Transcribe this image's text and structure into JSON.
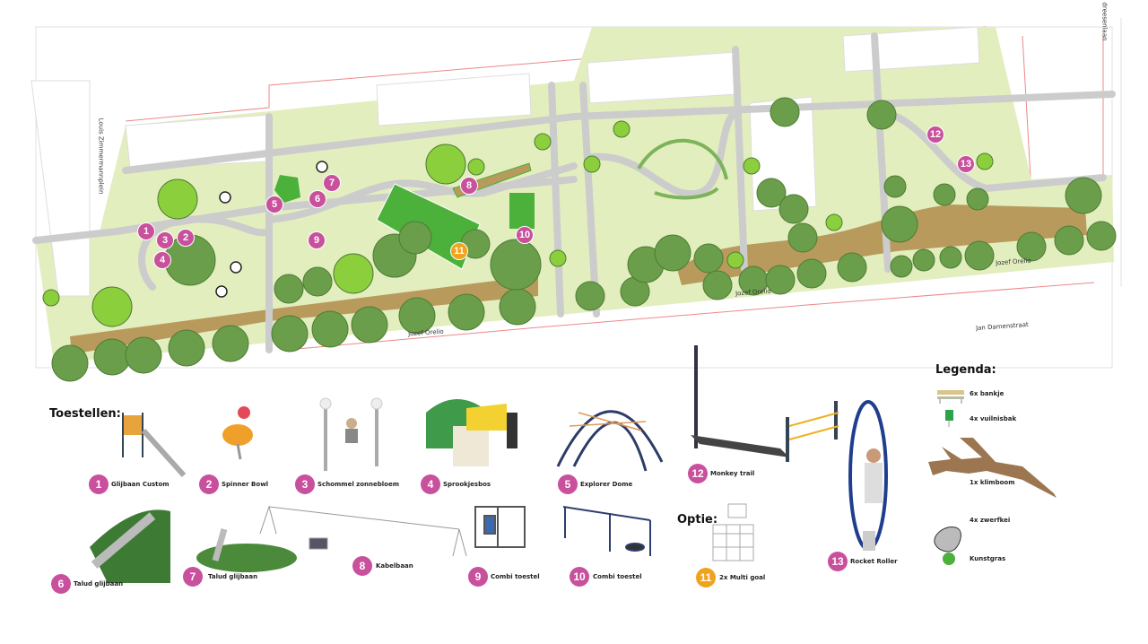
{
  "map": {
    "streets": [
      "Louis Zimmermannplein",
      "Jozef Orelio",
      "Jozef Orelio",
      "Jozef Orelio",
      "Jan Damenstraat",
      "dreesenlaan"
    ],
    "markers": [
      {
        "n": "1",
        "color": "#c8509c"
      },
      {
        "n": "2",
        "color": "#c8509c"
      },
      {
        "n": "3",
        "color": "#c8509c"
      },
      {
        "n": "4",
        "color": "#c8509c"
      },
      {
        "n": "5",
        "color": "#c8509c"
      },
      {
        "n": "6",
        "color": "#c8509c"
      },
      {
        "n": "7",
        "color": "#c8509c"
      },
      {
        "n": "8",
        "color": "#c8509c"
      },
      {
        "n": "9",
        "color": "#c8509c"
      },
      {
        "n": "10",
        "color": "#c8509c"
      },
      {
        "n": "11",
        "color": "#f0a31c"
      },
      {
        "n": "12",
        "color": "#c8509c"
      },
      {
        "n": "13",
        "color": "#c8509c"
      }
    ],
    "colors": {
      "lawn": "#e3eebf",
      "path": "#cfcfcf",
      "sand": "#b89a5d",
      "grass": "#4bb13a",
      "tree": "#6a9e4a",
      "lighttree": "#8ccf3c"
    }
  },
  "equipment_title": "Toestellen:",
  "option_title": "Optie:",
  "equipment": [
    {
      "n": "1",
      "label": "Glijbaan Custom"
    },
    {
      "n": "2",
      "label": "Spinner Bowl"
    },
    {
      "n": "3",
      "label": "Schommel zonnebloem"
    },
    {
      "n": "4",
      "label": "Sprookjesbos"
    },
    {
      "n": "5",
      "label": "Explorer Dome"
    },
    {
      "n": "6",
      "label": "Talud glijbaan"
    },
    {
      "n": "7",
      "label": "Talud glijbaan"
    },
    {
      "n": "8",
      "label": "Kabelbaan"
    },
    {
      "n": "9",
      "label": "Combi toestel"
    },
    {
      "n": "10",
      "label": "Combi toestel"
    },
    {
      "n": "11",
      "label": "2x Multi goal"
    },
    {
      "n": "12",
      "label": "Monkey trail"
    },
    {
      "n": "13",
      "label": "Rocket Roller"
    }
  ],
  "legend": {
    "title": "Legenda:",
    "items": [
      {
        "icon": "bench-icon",
        "label": "6x bankje"
      },
      {
        "icon": "trash-bin-icon",
        "label": "4x vuilnisbak"
      },
      {
        "icon": "climbing-tree-icon",
        "label": "1x klimboom"
      },
      {
        "icon": "boulder-icon",
        "label": "4x zwerfkei"
      },
      {
        "icon": "artificial-grass-icon",
        "label": "Kunstgras",
        "color": "#4bb13a"
      }
    ]
  }
}
